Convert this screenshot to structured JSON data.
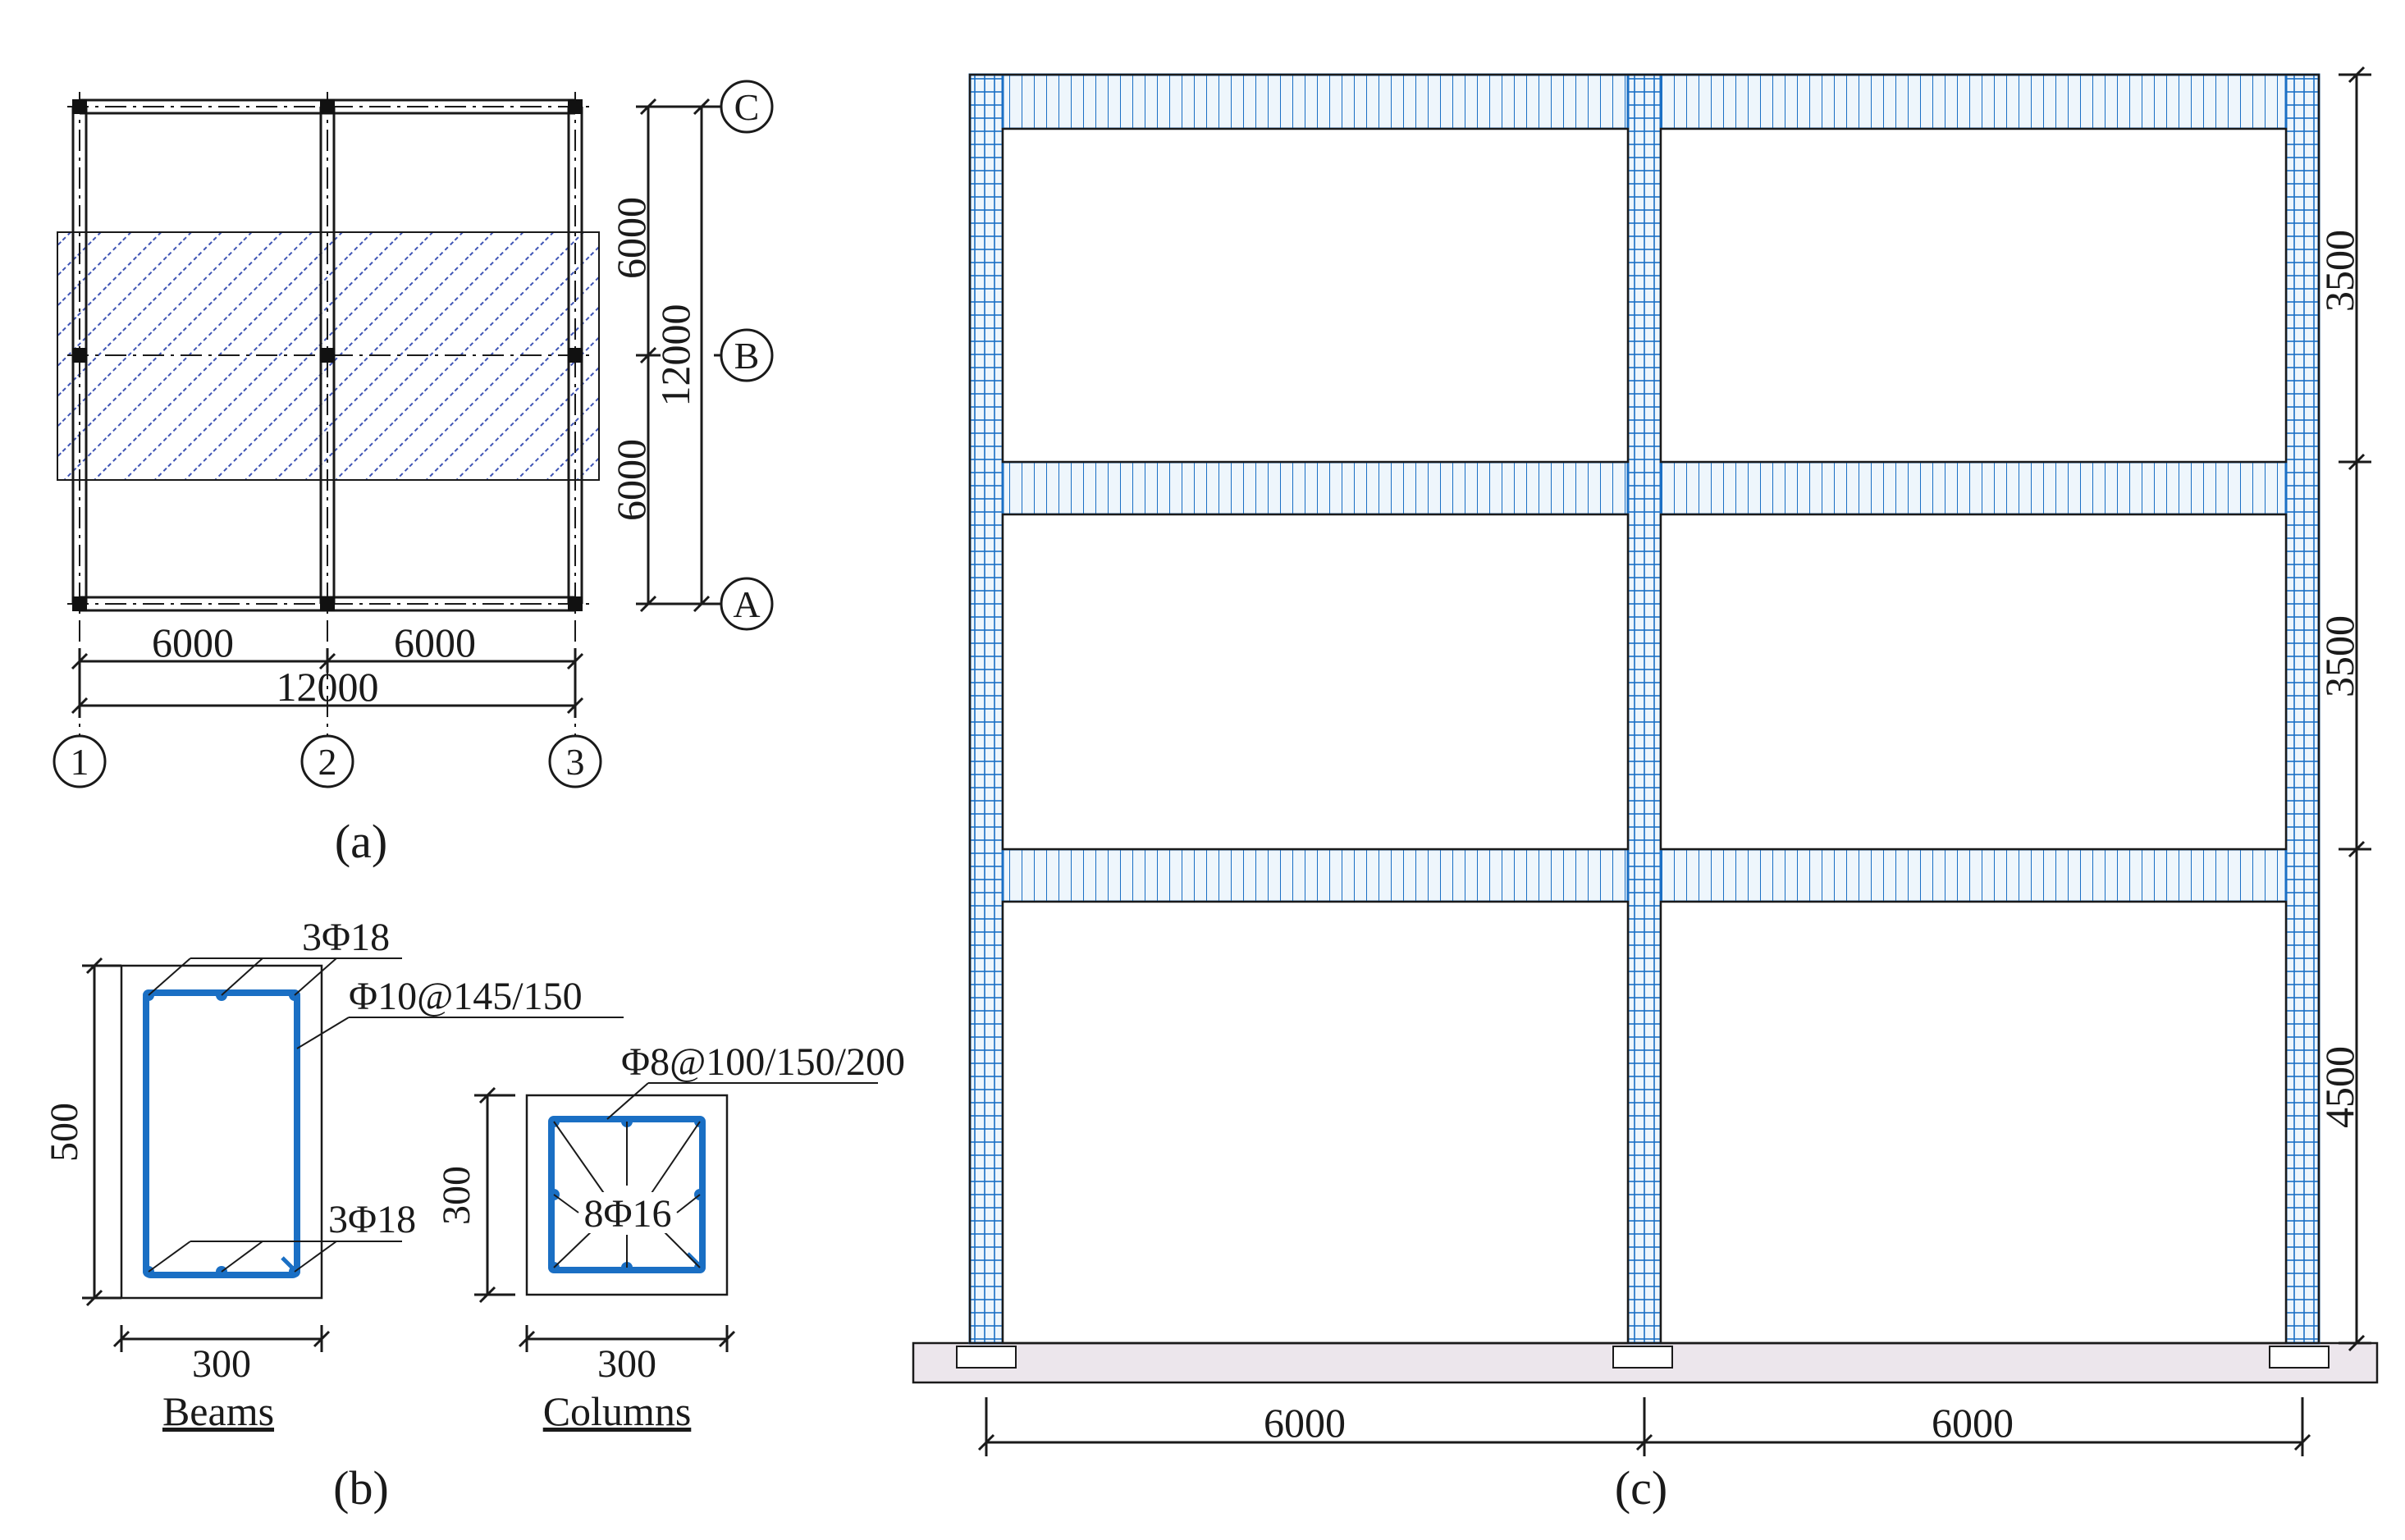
{
  "panel_a": {
    "label": "(a)",
    "axes_rows": [
      "C",
      "B",
      "A"
    ],
    "axes_cols": [
      "1",
      "2",
      "3"
    ],
    "dim_bottom_span1": "6000",
    "dim_bottom_span2": "6000",
    "dim_bottom_total": "12000",
    "dim_right_span_top": "6000",
    "dim_right_span_bottom": "6000",
    "dim_right_total": "12000"
  },
  "panel_b": {
    "label": "(b)",
    "beam": {
      "caption": "Beams",
      "top_bars": "3Φ18",
      "stirrups": "Φ10@145/150",
      "bottom_bars": "3Φ18",
      "height": "500",
      "width": "300"
    },
    "column": {
      "caption": "Columns",
      "stirrups": "Φ8@100/150/200",
      "bars": "8Φ16",
      "height": "300",
      "width": "300"
    }
  },
  "panel_c": {
    "label": "(c)",
    "story_heights": [
      "3500",
      "3500",
      "4500"
    ],
    "bay_widths": [
      "6000",
      "6000"
    ]
  },
  "colors": {
    "mesh": "#1a6fc4",
    "foundation": "#ece6ec",
    "hatch": "#3f55b5"
  }
}
